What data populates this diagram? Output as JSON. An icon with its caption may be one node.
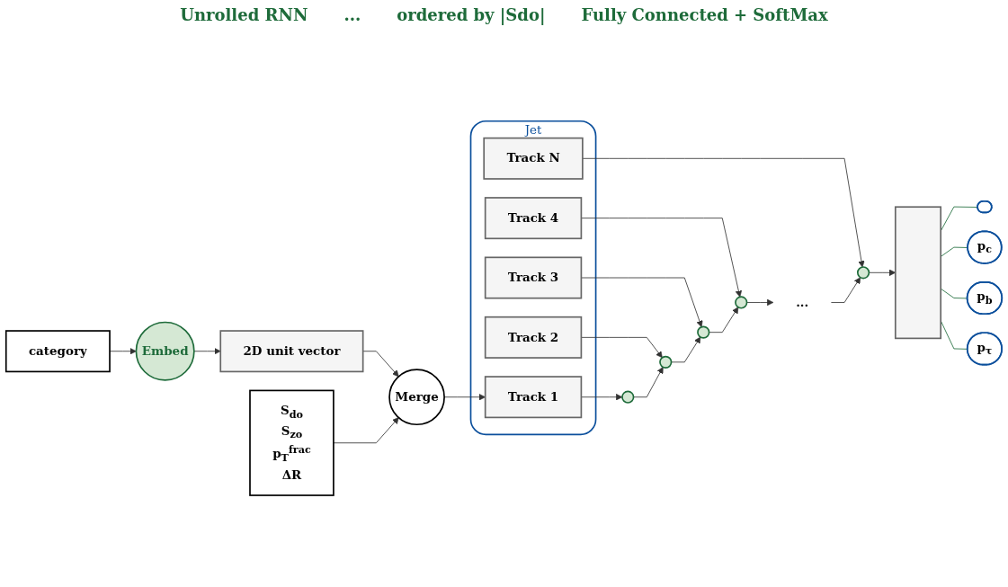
{
  "diagram": {
    "nodes": [
      {
        "text": [
          "category"
        ]
      },
      {
        "text": [
          "Embed"
        ]
      },
      {
        "text": [
          "2D unit vector"
        ]
      },
      {
        "text": [
          "S$_{do}$",
          "S$_{zo}$",
          "p$_{T}$$^{frac}$",
          "ΔR"
        ]
      },
      {
        "text": [
          "Merge"
        ]
      },
      {
        "text": [
          "Jet"
        ]
      },
      {
        "text": [
          "Track 1"
        ],
        "in": 5
      },
      {
        "text": [
          "Track 2"
        ],
        "in": 5
      },
      {
        "text": [
          "Track 3"
        ],
        "in": 5
      },
      {
        "text": [
          "Track 4"
        ],
        "in": 5
      },
      {
        "text": [
          "Track N"
        ],
        "in": 5
      },
      {
        "text": [],
        "shape": "circle"
      },
      {
        "text": [],
        "shape": "circle"
      },
      {
        "text": [],
        "shape": "circle"
      },
      {
        "text": [],
        "shape": "circle"
      },
      {
        "text": [
          "..."
        ]
      },
      {
        "text": [],
        "shape": "circle"
      },
      {
        "text": [],
        "shape": "bar"
      },
      {
        "text": [],
        "shape": "ellipse"
      },
      {
        "text": [
          "p$_{c}$"
        ]
      },
      {
        "text": [
          "p$_{b}$"
        ]
      },
      {
        "text": [
          "p$_{τ}$"
        ]
      }
    ],
    "edges": [
      {
        "from": 0,
        "to": 1,
        "arrow": "to"
      },
      {
        "from": 1,
        "to": 2,
        "arrow": "to"
      },
      {
        "from": 2,
        "to": 4,
        "arrow": "to"
      },
      {
        "from": 3,
        "to": 4,
        "arrow": "to"
      },
      {
        "from": 4,
        "to": 6,
        "arrow": "to"
      },
      {
        "from": 6,
        "to": 11,
        "arrow": "to"
      },
      {
        "from": 7,
        "to": 12,
        "arrow": "to"
      },
      {
        "from": 8,
        "to": 13,
        "arrow": "to"
      },
      {
        "from": 9,
        "to": 14,
        "arrow": "to"
      },
      {
        "from": 10,
        "to": 16,
        "arrow": "to"
      },
      {
        "from": 11,
        "to": 12,
        "arrow": "to"
      },
      {
        "from": 12,
        "to": 13,
        "arrow": "to"
      },
      {
        "from": 13,
        "to": 14,
        "arrow": "to"
      },
      {
        "from": 14,
        "to": 15,
        "arrow": "to"
      },
      {
        "from": 15,
        "to": 16,
        "arrow": "to"
      },
      {
        "from": 16,
        "to": 17,
        "arrow": "to"
      },
      {
        "from": 17,
        "to": 18,
        "arrow": "none",
        "color": "#1e6b3a"
      },
      {
        "from": 17,
        "to": 19,
        "arrow": "none",
        "color": "#1e6b3a"
      },
      {
        "from": 17,
        "to": 20,
        "arrow": "none",
        "color": "#1e6b3a"
      },
      {
        "from": 17,
        "to": 21,
        "arrow": "none",
        "color": "#1e6b3a"
      }
    ],
    "labels": [
      "Unrolled RNN",
      "...",
      "ordered by |Sdo|",
      "Fully Connected + SoftMax"
    ]
  }
}
